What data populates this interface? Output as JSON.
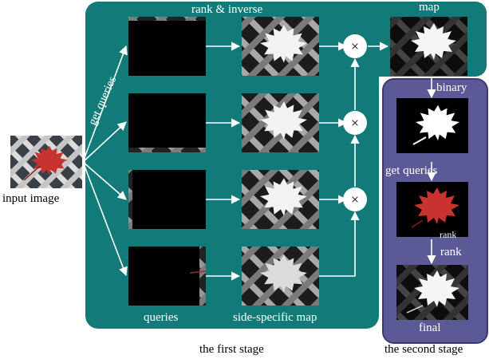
{
  "labels": {
    "rank_inverse": "rank & inverse",
    "map": "map",
    "get_queries_diag": "get queries",
    "input_image": "input image",
    "binary": "binary",
    "get_queries": "get queries",
    "rank_small": "rank",
    "rank": "rank",
    "queries": "queries",
    "side_specific_map": "side-specific map",
    "final": "final",
    "first_stage": "the first stage",
    "second_stage": "the second stage",
    "multiply_symbol": "×"
  },
  "colors": {
    "first_stage_bg": "#137a7a",
    "second_stage_bg": "#5b5a96",
    "second_stage_border": "#3a3a72",
    "multiply_circle": "#ffffff",
    "arrow": "#ffffff",
    "leaf_red": "#c8322f",
    "lattice_light": "#c9c9c9",
    "lattice_dark": "#222222"
  },
  "icons": {
    "multiply": "multiply-circle-icon",
    "arrow": "arrow-icon"
  }
}
